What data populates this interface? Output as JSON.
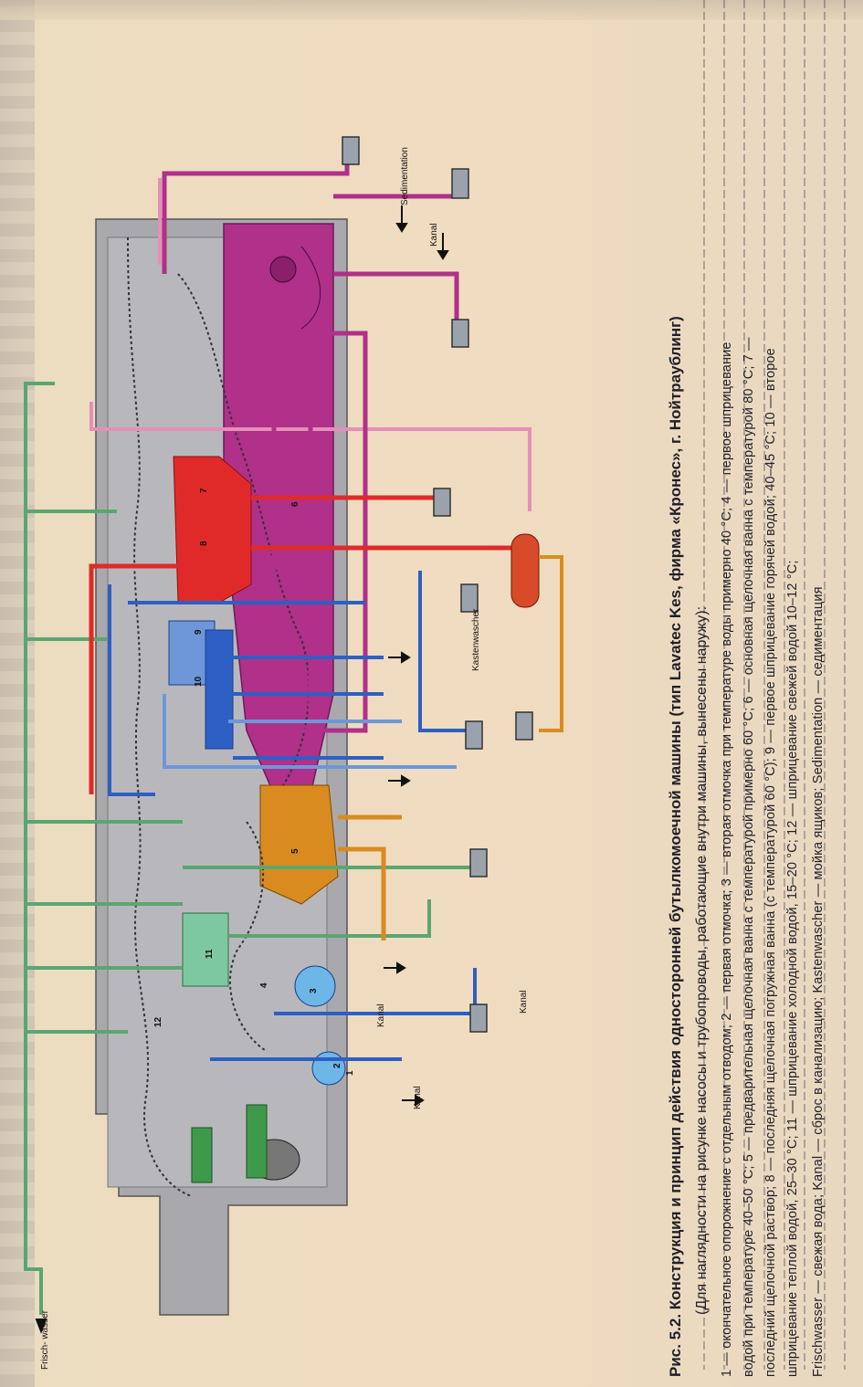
{
  "figure": {
    "title": "Рис. 5.2. Конструкция и принцип действия односторонней бутылкомоечной машины (тип Lavatec Kes, фирма «Кронес», г. Нойтраублинг)",
    "subtitle": "(Для наглядности на рисунке насосы и трубопроводы, работающие внутри машины, вынесены наружу):",
    "caption_lines": [
      "1 — окончательное опорожнение с отдельным отводом; 2 — первая отмочка; 3 — вторая отмочка при температуре воды примерно 40 °С; 4 — первое шприцевание",
      "водой при температуре 40–50 °С; 5 — предварительная щелочная ванна с температурой примерно 60 °С; 6 — основная щелочная ванна с температурой 80 °С; 7 —",
      "последний щелочной раствор; 8 — последняя щелочная погружная ванна (с температурой 60 °С); 9 — первое шприцевание горячей водой; 40–45 °С; 10 — второе",
      "шприцевание теплой водой, 25–30 °С; 11 — шприцевание холодной водой, 15–20 °С; 12 — шприцевание свежей водой 10–12 °С;",
      "Frischwasser — свежая вода; Kanal — сброс в канализацию; Kastenwascher — мойка ящиков; Sedimentation — седиментация"
    ]
  },
  "diagram_labels": {
    "frischwasser": "Frisch-\nwasser",
    "kanal": "Kanal",
    "kastenwascher": "Kastenwascher",
    "sedimentation": "Sedimentation",
    "zone_numbers": [
      "1",
      "2",
      "3",
      "4",
      "5",
      "6",
      "7",
      "8",
      "9",
      "10",
      "11",
      "12"
    ]
  },
  "colors": {
    "fresh_water": "#5aa672",
    "pink_line": "#e58fb8",
    "magenta": "#b0308a",
    "red": "#e02a2a",
    "blue": "#2d5fc4",
    "light_blue": "#6d97d8",
    "orange": "#d98b1f",
    "gray_body": "#a9a9ad"
  }
}
